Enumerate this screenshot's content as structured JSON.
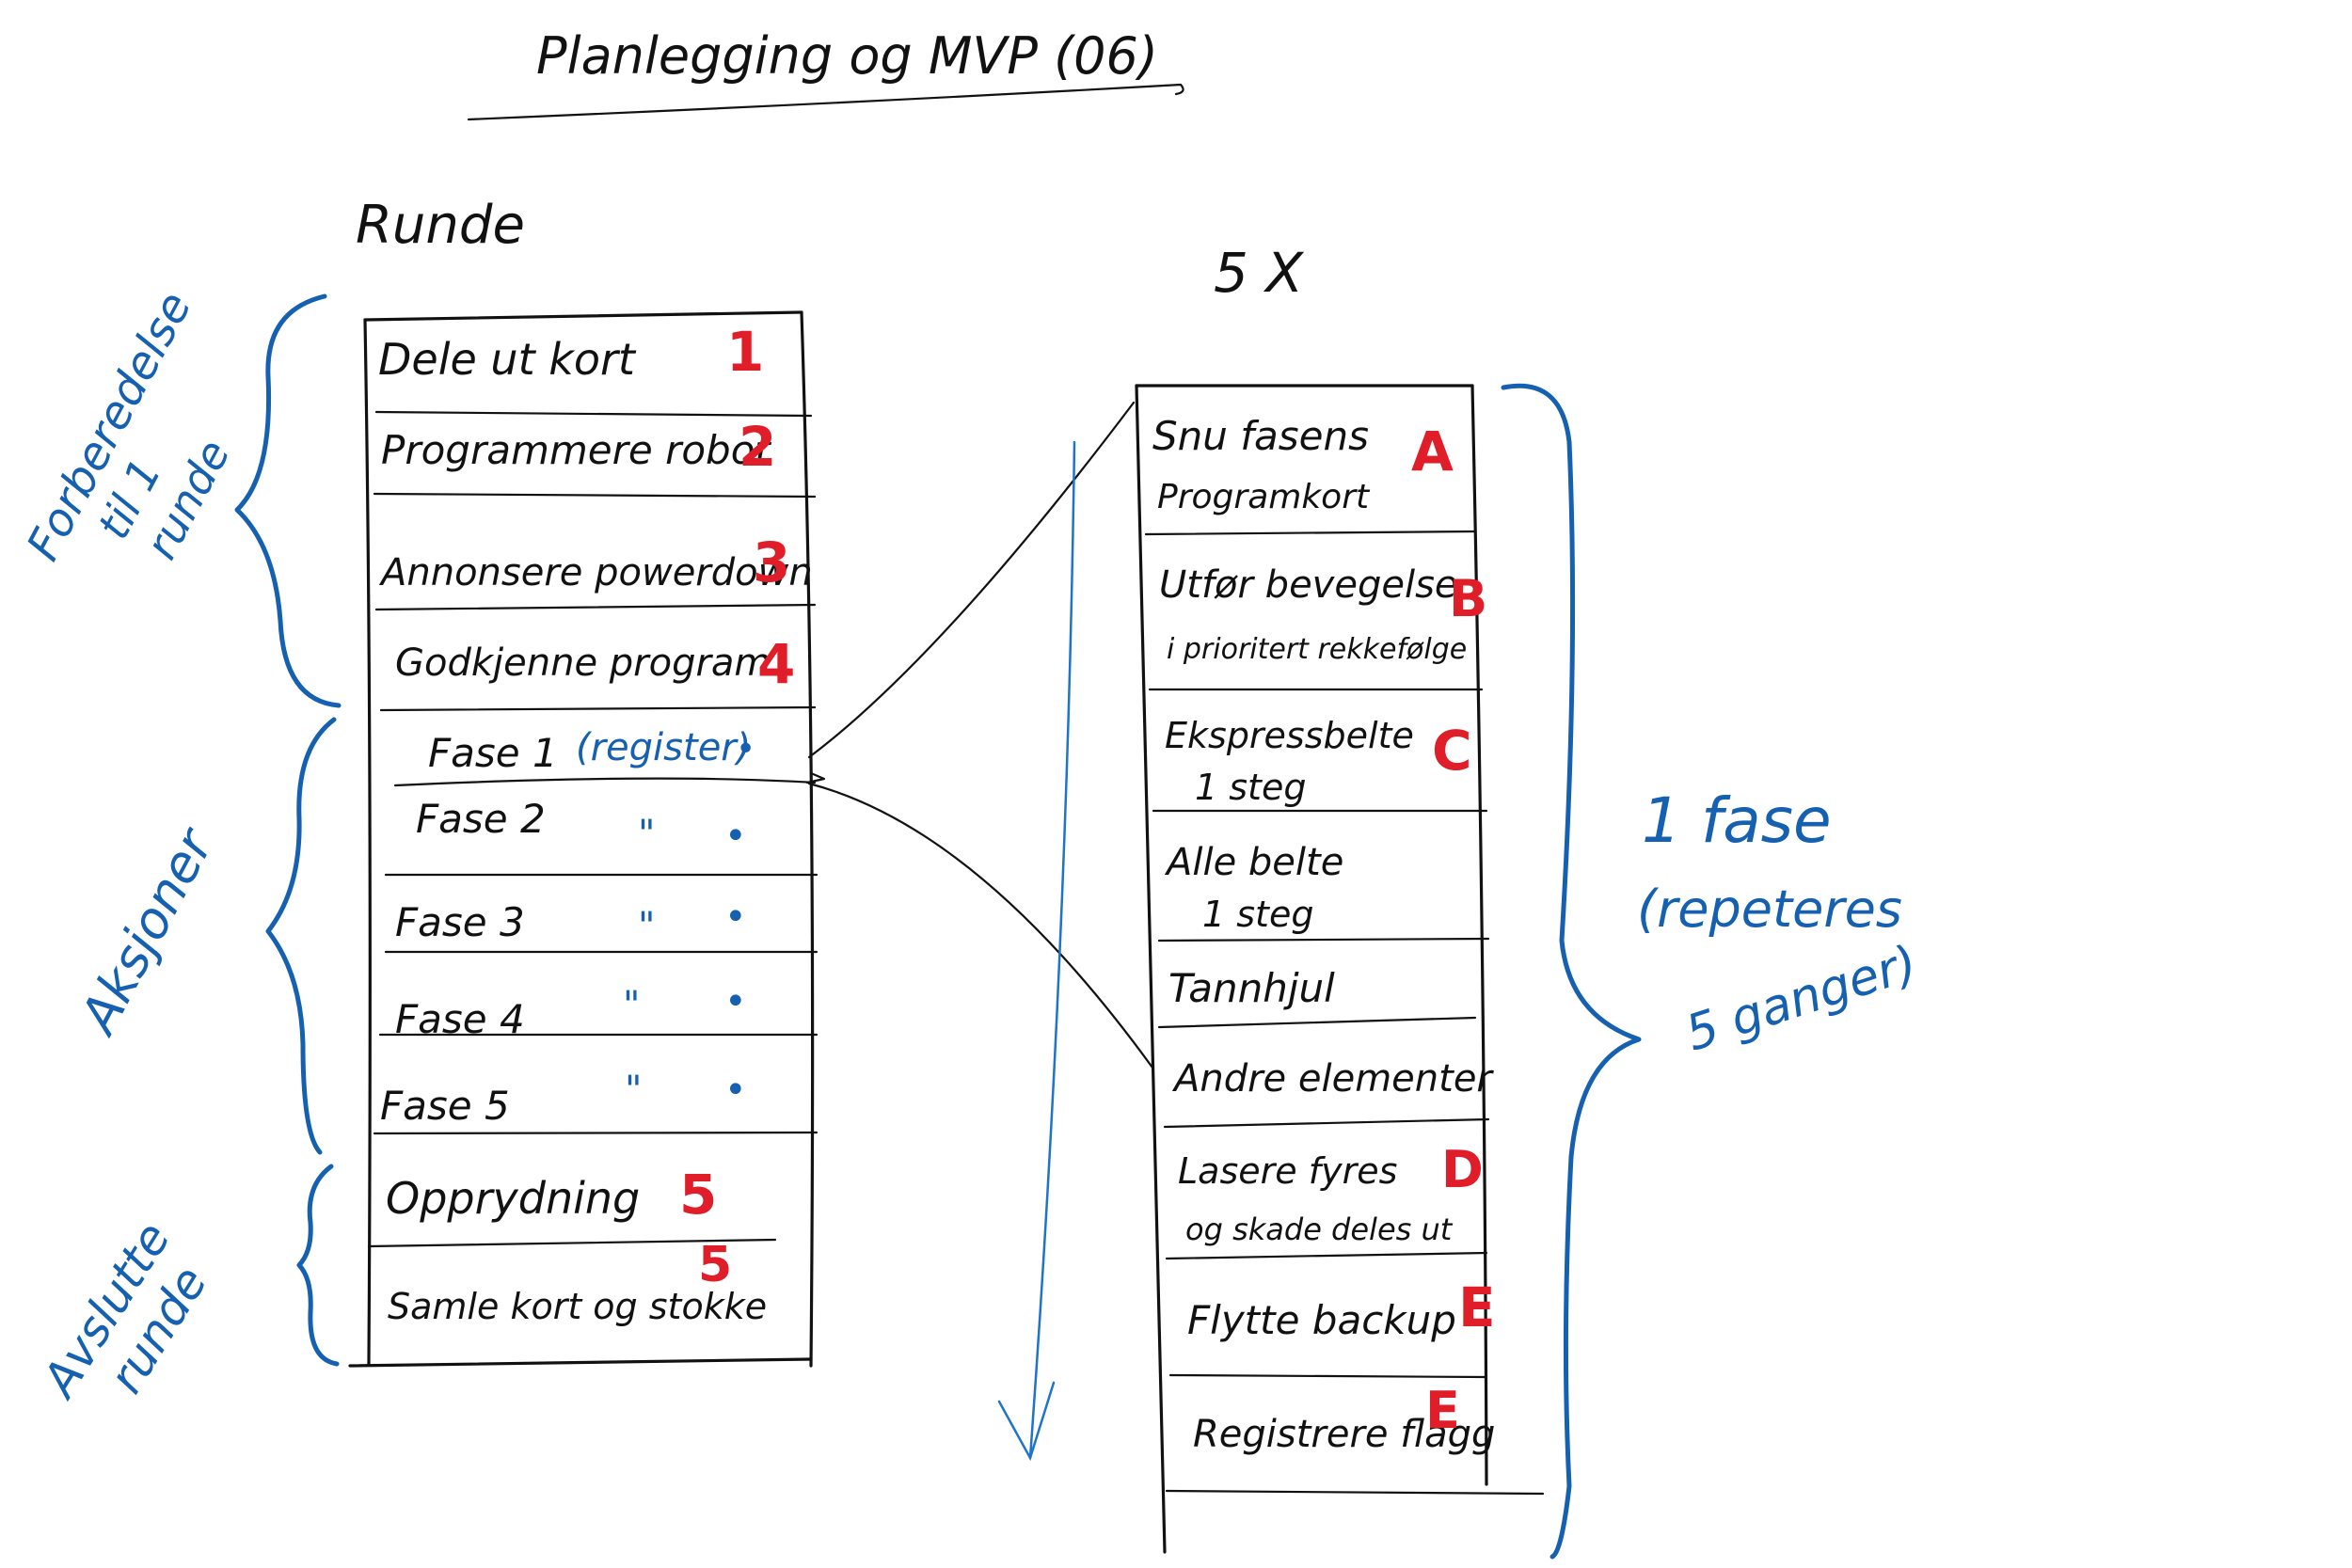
{
  "title": "Planlegging og MVP (06)",
  "left_header": "Runde",
  "right_header": "5 X",
  "colors": {
    "ink": "#111111",
    "red": "#e01e2a",
    "blue": "#1560b0"
  },
  "left_column": {
    "rows": [
      {
        "text": "Dele ut kort",
        "marker": "1"
      },
      {
        "text": "Programmere robot",
        "marker": "2"
      },
      {
        "text": "Annonsere powerdown",
        "marker": "3"
      },
      {
        "text": "Godkjenne program",
        "marker": "4"
      },
      {
        "text": "Fase 1",
        "note": "(register)",
        "dot": "•"
      },
      {
        "text": "Fase 2",
        "note": "\"",
        "dot": "•"
      },
      {
        "text": "Fase 3",
        "note": "\"",
        "dot": "•"
      },
      {
        "text": "Fase 4",
        "note": "\"",
        "dot": "•"
      },
      {
        "text": "Fase 5",
        "note": "\"",
        "dot": "•"
      },
      {
        "text": "Opprydning",
        "marker": "5"
      },
      {
        "text": "Samle kort og stokke",
        "marker": "5"
      }
    ]
  },
  "right_column": {
    "rows": [
      {
        "line1": "Snu fasens",
        "line2": "Programkort",
        "marker": "A"
      },
      {
        "line1": "Utfør bevegelse",
        "line2": "i prioritert rekkefølge",
        "marker": "B"
      },
      {
        "line1": "Ekspressbelte",
        "line2": "1 steg",
        "marker": "C"
      },
      {
        "line1": "Alle belte",
        "line2": "1 steg",
        "marker": ""
      },
      {
        "line1": "Tannhjul",
        "line2": "",
        "marker": ""
      },
      {
        "line1": "Andre elementer",
        "line2": "",
        "marker": ""
      },
      {
        "line1": "Lasere fyres",
        "line2": "og skade deles ut",
        "marker": "D"
      },
      {
        "line1": "Flytte backup",
        "line2": "",
        "marker": "E"
      },
      {
        "line1": "Registrere flagg",
        "line2": "",
        "marker": "E"
      }
    ]
  },
  "brace_labels": {
    "prep": [
      "Forberedelse",
      "til 1",
      "runde"
    ],
    "actions": [
      "Aksjoner"
    ],
    "finish": [
      "Avslutte",
      "runde"
    ],
    "phase": [
      "1 fase",
      "(repeteres",
      "5 ganger)"
    ]
  }
}
